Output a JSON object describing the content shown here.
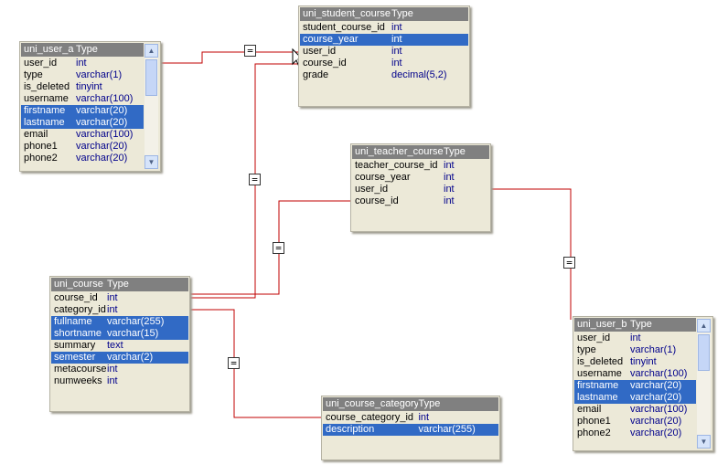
{
  "tables": {
    "uni_user_a": {
      "name": "uni_user_a",
      "type_header": "Type",
      "rows": [
        {
          "name": "user_id",
          "type": "int",
          "selected": false
        },
        {
          "name": "type",
          "type": "varchar(1)",
          "selected": false
        },
        {
          "name": "is_deleted",
          "type": "tinyint",
          "selected": false
        },
        {
          "name": "username",
          "type": "varchar(100)",
          "selected": false
        },
        {
          "name": "firstname",
          "type": "varchar(20)",
          "selected": true
        },
        {
          "name": "lastname",
          "type": "varchar(20)",
          "selected": true
        },
        {
          "name": "email",
          "type": "varchar(100)",
          "selected": false
        },
        {
          "name": "phone1",
          "type": "varchar(20)",
          "selected": false
        },
        {
          "name": "phone2",
          "type": "varchar(20)",
          "selected": false
        }
      ]
    },
    "uni_student_course": {
      "name": "uni_student_course",
      "type_header": "Type",
      "rows": [
        {
          "name": "student_course_id",
          "type": "int",
          "selected": false
        },
        {
          "name": "course_year",
          "type": "int",
          "selected": true
        },
        {
          "name": "user_id",
          "type": "int",
          "selected": false
        },
        {
          "name": "course_id",
          "type": "int",
          "selected": false
        },
        {
          "name": "grade",
          "type": "decimal(5,2)",
          "selected": false
        }
      ]
    },
    "uni_teacher_course": {
      "name": "uni_teacher_course",
      "type_header": "Type",
      "rows": [
        {
          "name": "teacher_course_id",
          "type": "int",
          "selected": false
        },
        {
          "name": "course_year",
          "type": "int",
          "selected": false
        },
        {
          "name": "user_id",
          "type": "int",
          "selected": false
        },
        {
          "name": "course_id",
          "type": "int",
          "selected": false
        }
      ]
    },
    "uni_course": {
      "name": "uni_course",
      "type_header": "Type",
      "rows": [
        {
          "name": "course_id",
          "type": "int",
          "selected": false
        },
        {
          "name": "category_id",
          "type": "int",
          "selected": false
        },
        {
          "name": "fullname",
          "type": "varchar(255)",
          "selected": true
        },
        {
          "name": "shortname",
          "type": "varchar(15)",
          "selected": true
        },
        {
          "name": "summary",
          "type": "text",
          "selected": false
        },
        {
          "name": "semester",
          "type": "varchar(2)",
          "selected": true
        },
        {
          "name": "metacourse",
          "type": "int",
          "selected": false
        },
        {
          "name": "numweeks",
          "type": "int",
          "selected": false
        }
      ]
    },
    "uni_user_b": {
      "name": "uni_user_b",
      "type_header": "Type",
      "rows": [
        {
          "name": "user_id",
          "type": "int",
          "selected": false
        },
        {
          "name": "type",
          "type": "varchar(1)",
          "selected": false
        },
        {
          "name": "is_deleted",
          "type": "tinyint",
          "selected": false
        },
        {
          "name": "username",
          "type": "varchar(100)",
          "selected": false
        },
        {
          "name": "firstname",
          "type": "varchar(20)",
          "selected": true
        },
        {
          "name": "lastname",
          "type": "varchar(20)",
          "selected": true
        },
        {
          "name": "email",
          "type": "varchar(100)",
          "selected": false
        },
        {
          "name": "phone1",
          "type": "varchar(20)",
          "selected": false
        },
        {
          "name": "phone2",
          "type": "varchar(20)",
          "selected": false
        }
      ]
    },
    "uni_course_category": {
      "name": "uni_course_category",
      "type_header": "Type",
      "rows": [
        {
          "name": "course_category_id",
          "type": "int",
          "selected": false
        },
        {
          "name": "description",
          "type": "varchar(255)",
          "selected": true
        }
      ]
    }
  },
  "relationship_symbol": "=",
  "colors": {
    "link": "#c00000",
    "selection": "#316ac5",
    "table_bg": "#ece9d8",
    "header_bg": "#808080"
  }
}
